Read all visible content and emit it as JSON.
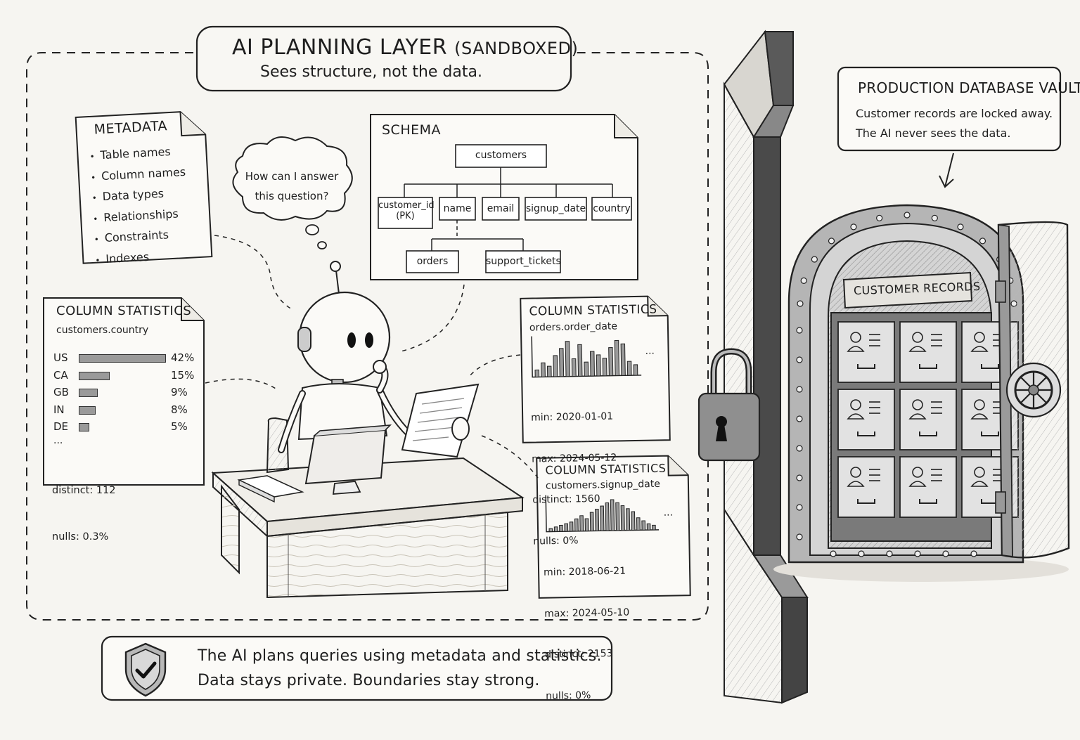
{
  "header": {
    "title": "AI PLANNING LAYER",
    "title_suffix": "(SANDBOXED)",
    "subtitle": "Sees structure, not the data."
  },
  "metadata_card": {
    "title": "METADATA",
    "items": [
      "Table names",
      "Column names",
      "Data types",
      "Relationships",
      "Constraints",
      "Indexes"
    ]
  },
  "schema_card": {
    "title": "SCHEMA",
    "root": "customers",
    "columns": [
      "customer_id (PK)",
      "name",
      "email",
      "signup_date",
      "country"
    ],
    "related": [
      "orders",
      "support_tickets"
    ]
  },
  "thought_bubble": {
    "line1": "How can I answer",
    "line2": "this question?"
  },
  "country_stats": {
    "title": "COLUMN STATISTICS",
    "column": "customers.country",
    "ellipsis": "...",
    "distinct": "distinct: 112",
    "nulls": "nulls: 0.3%"
  },
  "order_date_stats": {
    "title": "COLUMN STATISTICS",
    "column": "orders.order_date",
    "ellipsis": "...",
    "min": "min: 2020-01-01",
    "max": "max: 2024-05-12",
    "distinct": "distinct: 1560",
    "nulls": "nulls: 0%"
  },
  "signup_date_stats": {
    "title": "COLUMN STATISTICS",
    "column": "customers.signup_date",
    "ellipsis": "...",
    "min": "min: 2018-06-21",
    "max": "max: 2024-05-10",
    "distinct": "distinct: 2153",
    "nulls": "nulls: 0%"
  },
  "vault_label": {
    "title": "PRODUCTION DATABASE VAULT",
    "line1": "Customer records are locked away.",
    "line2": "The AI never sees the data."
  },
  "vault_sign": "CUSTOMER RECORDS",
  "footer": {
    "line1": "The AI plans queries using metadata and statistics.",
    "line2": "Data stays private.  Boundaries stay strong."
  },
  "icons": [
    "robot-icon",
    "desk-icon",
    "monitor-icon",
    "padlock-icon",
    "vault-icon",
    "shield-check-icon",
    "person-record-icon"
  ],
  "chart_data": [
    {
      "type": "bar",
      "categories": [
        "US",
        "CA",
        "GB",
        "IN",
        "DE"
      ],
      "values": [
        42,
        15,
        9,
        8,
        5
      ],
      "value_labels": [
        "42%",
        "15%",
        "9%",
        "8%",
        "5%"
      ]
    },
    {
      "type": "bar",
      "values": [
        2,
        4,
        3,
        6,
        8,
        10,
        5,
        9,
        4,
        7,
        6,
        5,
        8,
        10,
        9,
        4,
        3
      ],
      "note": "unlabeled histogram of orders.order_date (relative heights)"
    },
    {
      "type": "bar",
      "values": [
        1,
        1.5,
        2,
        2.5,
        3,
        4,
        5,
        4,
        6,
        7,
        8,
        9,
        10,
        9,
        8,
        7,
        6,
        4,
        3,
        2,
        1.5
      ],
      "note": "unlabeled histogram of customers.signup_date (relative heights)"
    }
  ]
}
